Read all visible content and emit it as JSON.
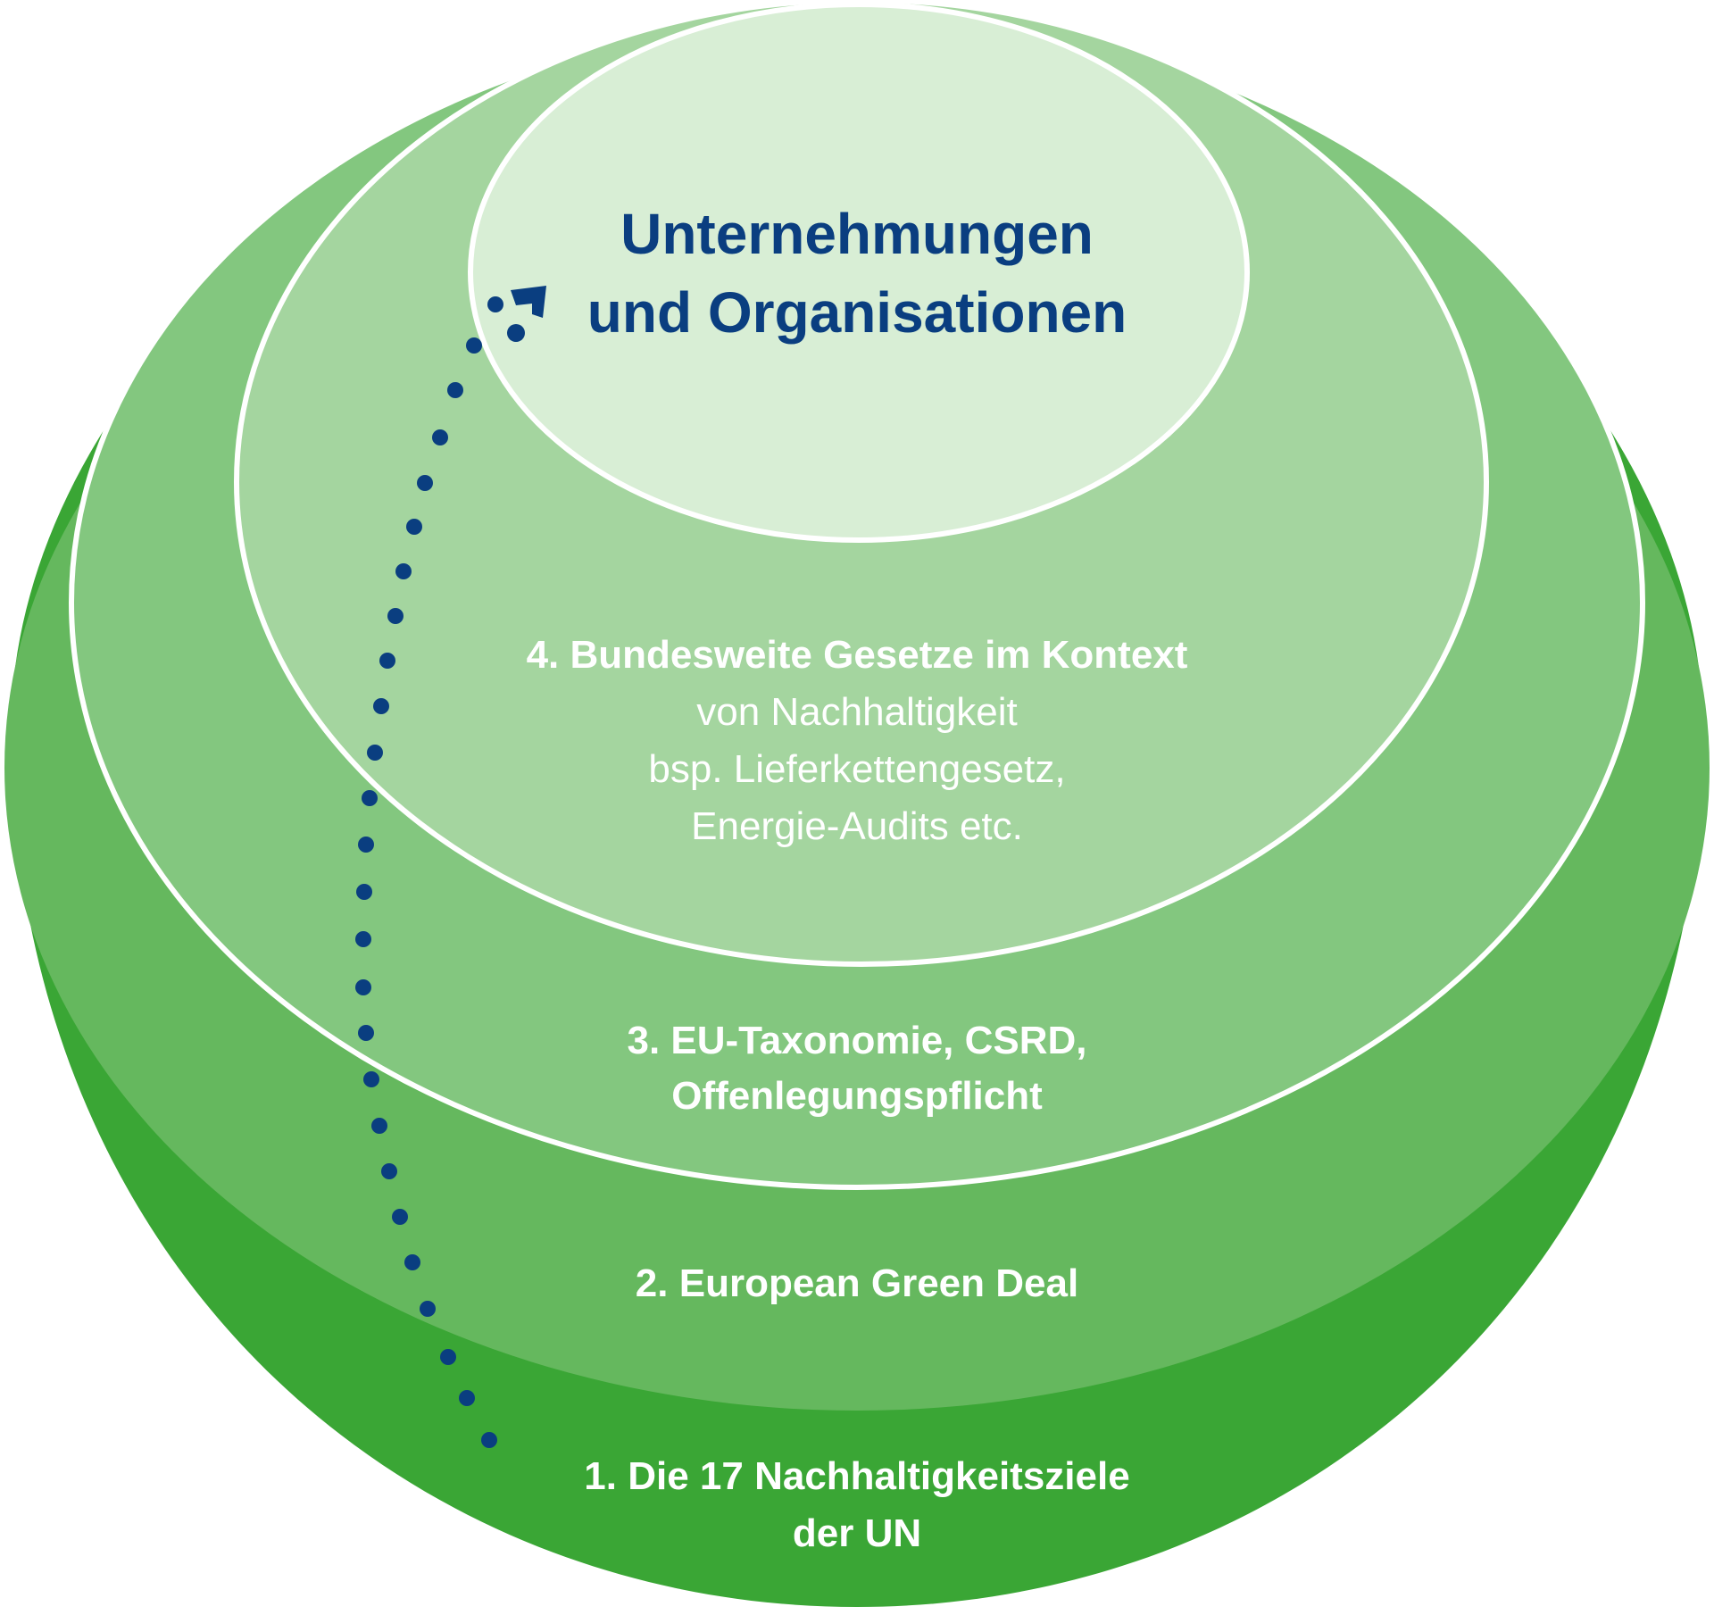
{
  "diagram": {
    "colors": {
      "layer1": "#3aa635",
      "layer2": "#65b85e",
      "layer3": "#83c77f",
      "layer4": "#a4d59f",
      "core": "#d8eed5",
      "outline": "#ffffff",
      "path": "#0a3e80",
      "core_text": "#0a3e80",
      "layer_text": "#ffffff"
    },
    "core": {
      "line1": "Unternehmungen",
      "line2": "und Organisationen"
    },
    "layers": [
      {
        "title1": "1. Die 17 Nachhaltigkeitsziele",
        "title2": "der UN"
      },
      {
        "title1": "2. European Green Deal"
      },
      {
        "title1": "3. EU-Taxonomie, CSRD,",
        "title2": "Offenlegungspflicht"
      },
      {
        "title1": "4. Bundesweite Gesetze im Kontext",
        "detail1": "von Nachhaltigkeit",
        "detail2": "bsp. Lieferkettengesetz,",
        "detail3": "Energie-Audits etc."
      }
    ],
    "path_icon": "dotted-arrow-icon"
  }
}
